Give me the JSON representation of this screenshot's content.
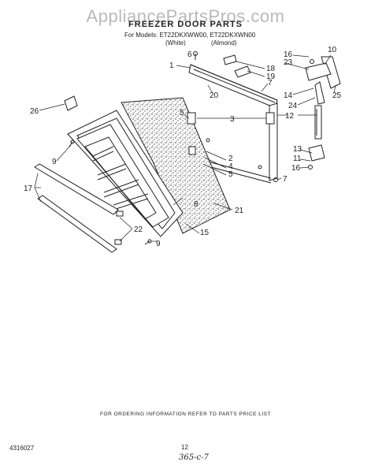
{
  "watermark": "AppliancePartsPros.com",
  "header": {
    "title": "FREEZER DOOR PARTS",
    "models": "For Models: ET22DKXWW00, ET22DKXWN00",
    "variant_white": "(White)",
    "variant_almond": "(Almond)"
  },
  "callouts": [
    "1",
    "2",
    "3",
    "4",
    "5",
    "5",
    "6",
    "7",
    "7",
    "8",
    "9",
    "9",
    "10",
    "11",
    "12",
    "13",
    "14",
    "15",
    "16",
    "16",
    "17",
    "18",
    "19",
    "20",
    "21",
    "22",
    "23",
    "24",
    "25",
    "26"
  ],
  "footer": {
    "order_note": "FOR ORDERING INFORMATION REFER TO PARTS PRICE LIST",
    "part_number": "4316027",
    "page_number": "12",
    "handwritten": "365-c-7"
  }
}
